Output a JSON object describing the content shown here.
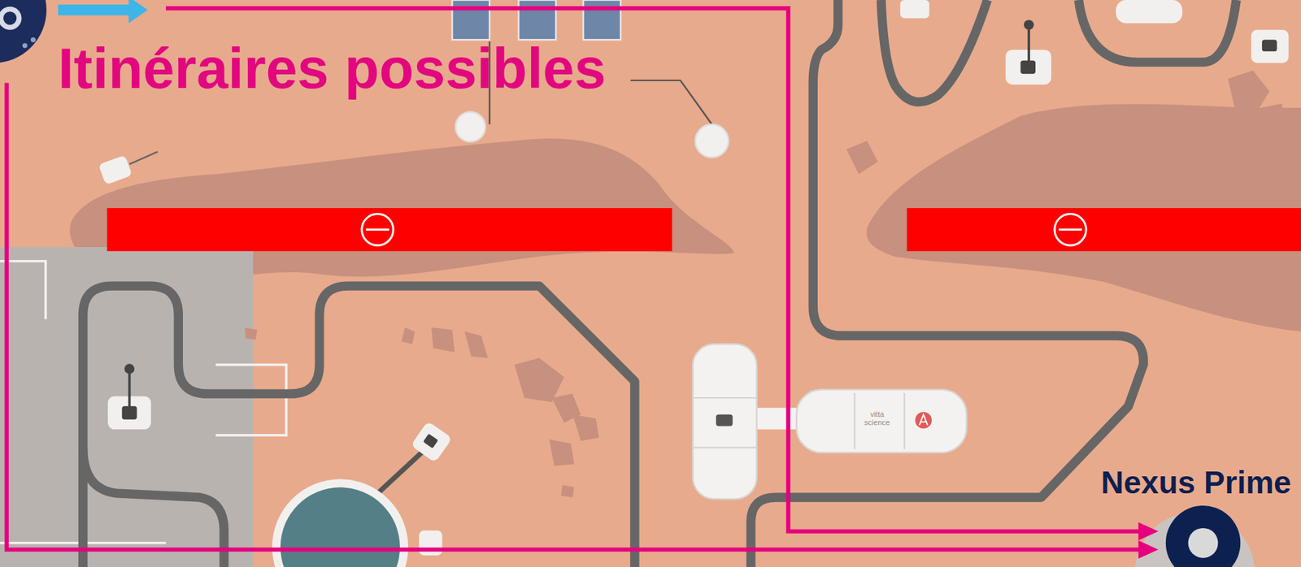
{
  "diagram": {
    "title": "Itinéraires possibles",
    "nodes": [
      {
        "text": [
          "Nexus Prime"
        ]
      }
    ],
    "labels": [
      "vitta science"
    ]
  }
}
